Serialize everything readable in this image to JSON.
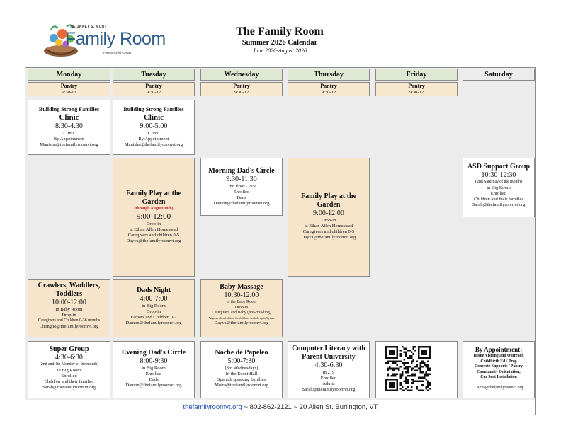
{
  "logo": {
    "small_title": "THE JANET S. MUNT",
    "big_title": "Family Room",
    "sub_title": "Parent-Child Center"
  },
  "header": {
    "title": "The Family Room",
    "subtitle": "Summer 2026 Calendar",
    "date_range": "June 2026-August 2026"
  },
  "days": [
    "Monday",
    "Tuesday",
    "Wednesday",
    "Thursday",
    "Friday",
    "Saturday"
  ],
  "pantry": {
    "label": "Pantry",
    "time": "9:30-12"
  },
  "events": {
    "mon_bsf": {
      "l1": "Building Strong Families",
      "l2": "Clinic",
      "l3": "8:30-4:30",
      "l4": "Clinic",
      "l5": "By Appointment",
      "l6": "Manisha@thefamilyroomvt.org"
    },
    "tue_bsf": {
      "l1": "Building Strong Families",
      "l2": "Clinic",
      "l3": "9:00-5:00",
      "l4": "Clinic",
      "l5": "By Appointment",
      "l6": "Manisha@thefamilyroomvt.org"
    },
    "wed_mdc": {
      "l1": "Morning Dad's Circle",
      "l2": "9:30-11:30",
      "l3": "2nd floor - 219",
      "l4": "Enrolled",
      "l5": "Dads",
      "l6": "Damon@thefamilyroomvt.org"
    },
    "tue_garden": {
      "l1": "Family Play at the Garden",
      "l2": "(through August 18th)",
      "l3": "9:00-12:00",
      "l4": "Drop-in",
      "l5": "at Ethan Allen Homestead",
      "l6": "Caregivers and children 0-5",
      "l7": "Dayva@thefamilyroomvt.org"
    },
    "thu_garden": {
      "l1": "Family Play at the Garden",
      "l2": "9:00-12:00",
      "l3": "Drop-in",
      "l4": "at Ethan Allen Homestead",
      "l5": "Caregivers and children 0-5",
      "l6": "Dayva@thefamilyroomvt.org"
    },
    "sat_asd": {
      "l1": "ASD Support Group",
      "l2": "10:30-12:30",
      "l3": "(2nd Saturday of the month)",
      "l4": "in Big Room",
      "l5": "Enrolled",
      "l6": "Children and their families",
      "l7": "Sarah@thefamilyroomvt.org"
    },
    "mon_crawl": {
      "l1": "Crawlers, Waddlers, Toddlers",
      "l2": "10:00-12:00",
      "l3": "in Baby Room",
      "l4": "Drop-in",
      "l5": "Caregivers and Children 0-36 months",
      "l6": "Chongho@thefamilyroomvt.org"
    },
    "tue_dads": {
      "l1": "Dads Night",
      "l2": "4:00-7:00",
      "l3": "in Big Room",
      "l4": "Drop-in",
      "l5": "Fathers and Children 0-7",
      "l6": "Damon@thefamilyroomvt.org"
    },
    "wed_massage": {
      "l1": "Baby Massage",
      "l2": "10:30-12:00",
      "l3": "in the Baby Room",
      "l4": "Drop-in",
      "l5": "Caregivers and Baby (pre-crawling)",
      "l6": "*sign up ahead of time for childcare for kids up to 5 years",
      "l7": "Dayva@thefamilyroomvt.org"
    },
    "mon_super": {
      "l1": "Super Group",
      "l2": "4:30-6:30",
      "l3": "(2nd and 4th Monday of the month)",
      "l4": "in Big Room",
      "l5": "Enrolled",
      "l6": "Children and their families",
      "l7": "Sarah@thefamilyroomvt.org"
    },
    "tue_edc": {
      "l1": "Evening Dad's Circle",
      "l2": "8:00-9:30",
      "l3": "in Big Room",
      "l4": "Enrolled",
      "l5": "Dads",
      "l6": "Damon@thefamilyroomvt.org"
    },
    "wed_noche": {
      "l1": "Noche de Papeleo",
      "l2": "5:00-7:30",
      "l3": "(3rd Wednesdays)",
      "l4": "In the Event Hall",
      "l5": "Spanish speaking families",
      "l6": "Moira@thefamilyroomvt.org"
    },
    "thu_literacy": {
      "l1": "Computer Literacy with Parent University",
      "l2": "4:30-6:30",
      "l3": "in 219",
      "l4": "Enrolled",
      "l5": "Adults",
      "l6": "Sarah@thefamilyroomvt.org"
    },
    "sat_appt": {
      "l1": "By Appointment:",
      "l2": "Home Visiting and Outreach",
      "l3": "Childbirth Ed / Prep",
      "l4": "Concrete Supports / Pantry",
      "l5": "Community Orientation,",
      "l6": "Car Seat Installation",
      "l7": "Dayva@thefamilyroomvt.org"
    }
  },
  "footer": {
    "link": "thefamilyroomvt.org",
    "sep1": " ~ ",
    "phone": "802-862-2121",
    "sep2": " ~ ",
    "address": "20 Allen St. Burlington, VT"
  }
}
